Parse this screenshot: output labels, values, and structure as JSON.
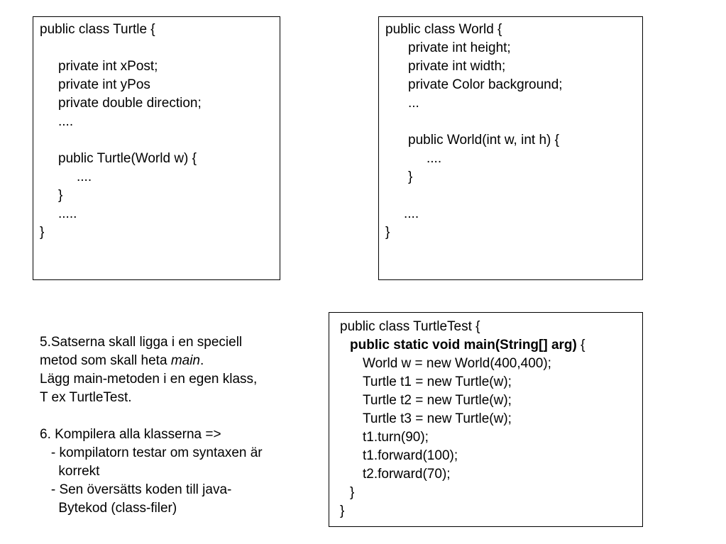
{
  "turtle_class": {
    "lines": [
      "public class Turtle {",
      "",
      "private int xPost;",
      "private int yPos",
      "private double direction;",
      "....",
      "",
      "public Turtle(World w) {",
      "....",
      "}",
      ".....",
      "}"
    ]
  },
  "world_class": {
    "lines": [
      "public class World {",
      "private int height;",
      "private int width;",
      "private Color background;",
      "...",
      "",
      "public World(int w, int h) {",
      "....",
      "}",
      "",
      "....",
      "}"
    ]
  },
  "turtletest_class": {
    "line_0": "public class TurtleTest {",
    "main_signature_bold": "public static void main(String[] arg)",
    "main_signature_rest": " {",
    "lines": [
      "World w = new World(400,400);",
      "Turtle t1 = new Turtle(w);",
      "Turtle t2 = new Turtle(w);",
      "Turtle t3 = new Turtle(w);",
      "t1.turn(90);",
      "t1.forward(100);",
      "t2.forward(70);",
      "}",
      "}"
    ]
  },
  "notes": {
    "item5_line1": "5.Satserna skall ligga i en speciell",
    "item5_line2_a": "metod som skall heta ",
    "item5_line2_italic": "main",
    "item5_line2_b": ".",
    "item5_line3": "Lägg main-metoden i en egen klass,",
    "item5_line4": "T ex TurtleTest.",
    "item6_line1": "6. Kompilera alla klasserna =>",
    "item6_line2": "   - kompilatorn testar om syntaxen är",
    "item6_line3": "     korrekt",
    "item6_line4": "   - Sen översätts koden till java-",
    "item6_line5": "     Bytekod (class-filer)"
  }
}
